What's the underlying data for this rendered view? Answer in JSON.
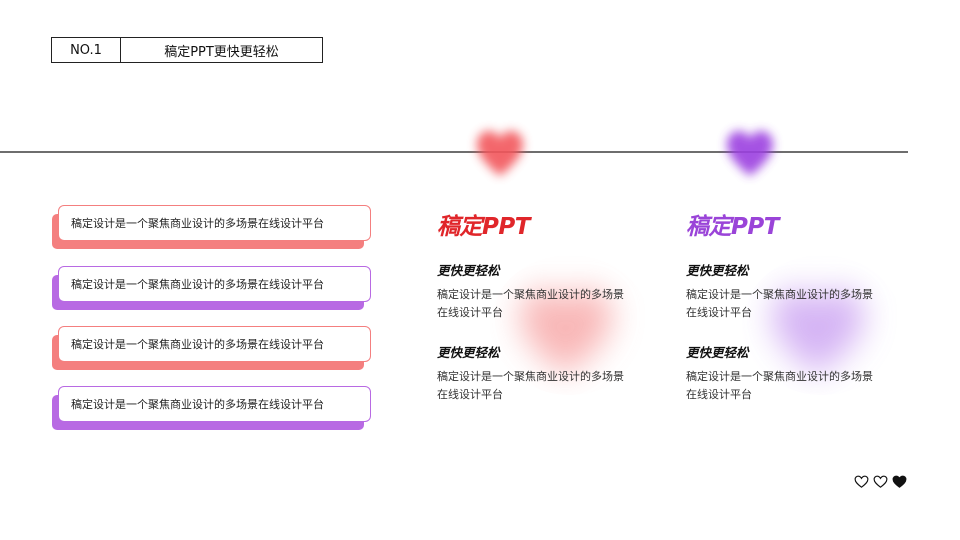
{
  "header": {
    "number": "NO.1",
    "title": "稿定PPT更快更轻松"
  },
  "colors": {
    "coral": "#f06e72",
    "violet": "#b463e3",
    "red_title": "#e0262a",
    "purple_title": "#9a44d8"
  },
  "list": [
    {
      "text": "稿定设计是一个聚焦商业设计的多场景在线设计平台",
      "accent": "coral"
    },
    {
      "text": "稿定设计是一个聚焦商业设计的多场景在线设计平台",
      "accent": "violet"
    },
    {
      "text": "稿定设计是一个聚焦商业设计的多场景在线设计平台",
      "accent": "coral"
    },
    {
      "text": "稿定设计是一个聚焦商业设计的多场景在线设计平台",
      "accent": "violet"
    }
  ],
  "columns": [
    {
      "title": "稿定PPT",
      "sub1": "更快更轻松",
      "desc1": "稿定设计是一个聚焦商业设计的多场景在线设计平台",
      "sub2": "更快更轻松",
      "desc2": "稿定设计是一个聚焦商业设计的多场景在线设计平台"
    },
    {
      "title": "稿定PPT",
      "sub1": "更快更轻松",
      "desc1": "稿定设计是一个聚焦商业设计的多场景在线设计平台",
      "sub2": "更快更轻松",
      "desc2": "稿定设计是一个聚焦商业设计的多场景在线设计平台"
    }
  ],
  "icons": [
    "heart-outline-icon",
    "heart-outline-icon",
    "heart-filled-icon"
  ]
}
